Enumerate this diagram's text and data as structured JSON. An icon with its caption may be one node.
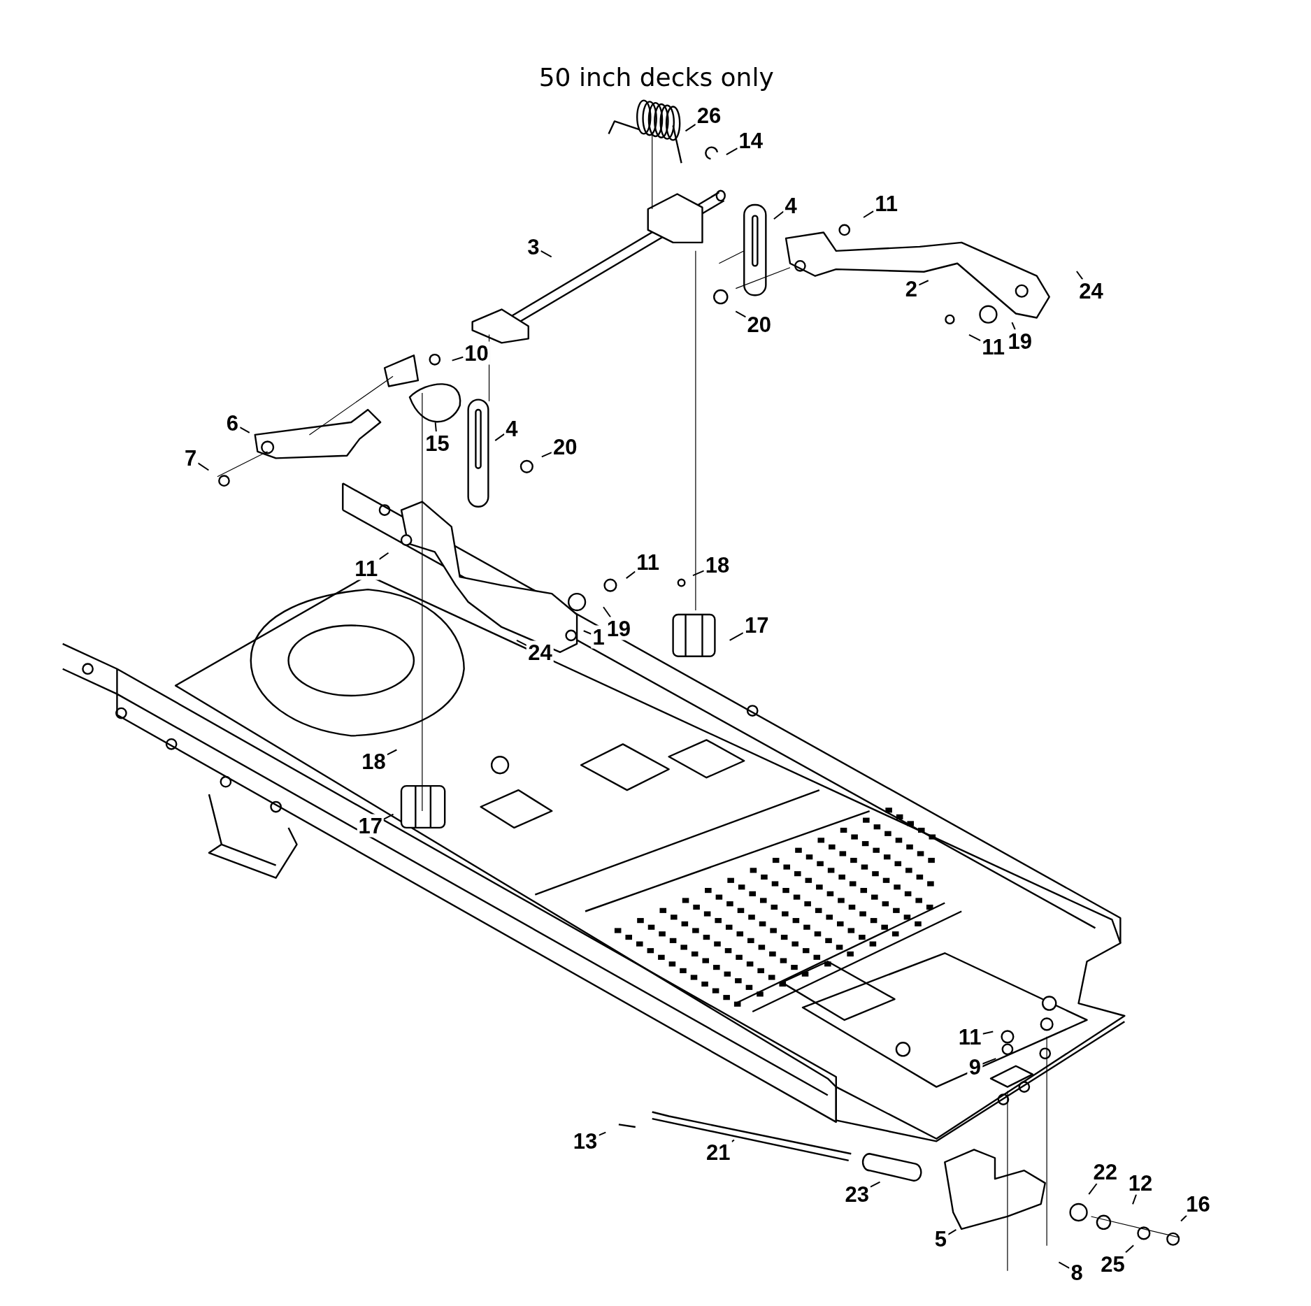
{
  "diagram": {
    "labels": [
      "50 inch decks only"
    ],
    "nodes": [
      {
        "text": [
          "26"
        ]
      },
      {
        "text": [
          "14"
        ]
      },
      {
        "text": [
          "3"
        ]
      },
      {
        "text": [
          "4"
        ]
      },
      {
        "text": [
          "11"
        ]
      },
      {
        "text": [
          "24"
        ]
      },
      {
        "text": [
          "2"
        ]
      },
      {
        "text": [
          "20"
        ]
      },
      {
        "text": [
          "19"
        ]
      },
      {
        "text": [
          "11"
        ]
      },
      {
        "text": [
          "10"
        ]
      },
      {
        "text": [
          "6"
        ]
      },
      {
        "text": [
          "15"
        ]
      },
      {
        "text": [
          "4"
        ]
      },
      {
        "text": [
          "20"
        ]
      },
      {
        "text": [
          "7"
        ]
      },
      {
        "text": [
          "11"
        ]
      },
      {
        "text": [
          "11"
        ]
      },
      {
        "text": [
          "18"
        ]
      },
      {
        "text": [
          "17"
        ]
      },
      {
        "text": [
          "19"
        ]
      },
      {
        "text": [
          "24"
        ]
      },
      {
        "text": [
          "1"
        ]
      },
      {
        "text": [
          "18"
        ]
      },
      {
        "text": [
          "17"
        ]
      },
      {
        "text": [
          "11"
        ]
      },
      {
        "text": [
          "9"
        ]
      },
      {
        "text": [
          "13"
        ]
      },
      {
        "text": [
          "21"
        ]
      },
      {
        "text": [
          "23"
        ]
      },
      {
        "text": [
          "22"
        ]
      },
      {
        "text": [
          "12"
        ]
      },
      {
        "text": [
          "16"
        ]
      },
      {
        "text": [
          "5"
        ]
      },
      {
        "text": [
          "8"
        ]
      },
      {
        "text": [
          "25"
        ]
      }
    ],
    "edges": [
      {
        "from": 0,
        "to": null,
        "arrow": "none"
      },
      {
        "from": 1,
        "to": null,
        "arrow": "none"
      },
      {
        "from": 2,
        "to": null,
        "arrow": "none"
      },
      {
        "from": 3,
        "to": null,
        "arrow": "none"
      },
      {
        "from": 4,
        "to": null,
        "arrow": "none"
      },
      {
        "from": 5,
        "to": null,
        "arrow": "none"
      },
      {
        "from": 6,
        "to": null,
        "arrow": "none"
      },
      {
        "from": 7,
        "to": null,
        "arrow": "none"
      },
      {
        "from": 8,
        "to": null,
        "arrow": "none"
      },
      {
        "from": 9,
        "to": null,
        "arrow": "none"
      },
      {
        "from": 10,
        "to": null,
        "arrow": "none"
      },
      {
        "from": 11,
        "to": null,
        "arrow": "none"
      },
      {
        "from": 12,
        "to": null,
        "arrow": "none"
      },
      {
        "from": 13,
        "to": null,
        "arrow": "none"
      },
      {
        "from": 14,
        "to": null,
        "arrow": "none"
      },
      {
        "from": 15,
        "to": null,
        "arrow": "none"
      },
      {
        "from": 16,
        "to": null,
        "arrow": "none"
      },
      {
        "from": 17,
        "to": null,
        "arrow": "none"
      },
      {
        "from": 18,
        "to": null,
        "arrow": "none"
      },
      {
        "from": 19,
        "to": null,
        "arrow": "none"
      },
      {
        "from": 20,
        "to": null,
        "arrow": "none"
      },
      {
        "from": 21,
        "to": null,
        "arrow": "none"
      },
      {
        "from": 22,
        "to": null,
        "arrow": "none"
      },
      {
        "from": 23,
        "to": null,
        "arrow": "none"
      },
      {
        "from": 24,
        "to": null,
        "arrow": "none"
      },
      {
        "from": 25,
        "to": null,
        "arrow": "none"
      },
      {
        "from": 26,
        "to": null,
        "arrow": "none"
      },
      {
        "from": 27,
        "to": null,
        "arrow": "none"
      },
      {
        "from": 28,
        "to": null,
        "arrow": "none"
      },
      {
        "from": 29,
        "to": null,
        "arrow": "none"
      },
      {
        "from": 30,
        "to": null,
        "arrow": "none"
      },
      {
        "from": 31,
        "to": null,
        "arrow": "none"
      },
      {
        "from": 32,
        "to": null,
        "arrow": "none"
      },
      {
        "from": 33,
        "to": null,
        "arrow": "none"
      },
      {
        "from": 34,
        "to": null,
        "arrow": "none"
      },
      {
        "from": 35,
        "to": null,
        "arrow": "none"
      }
    ]
  }
}
